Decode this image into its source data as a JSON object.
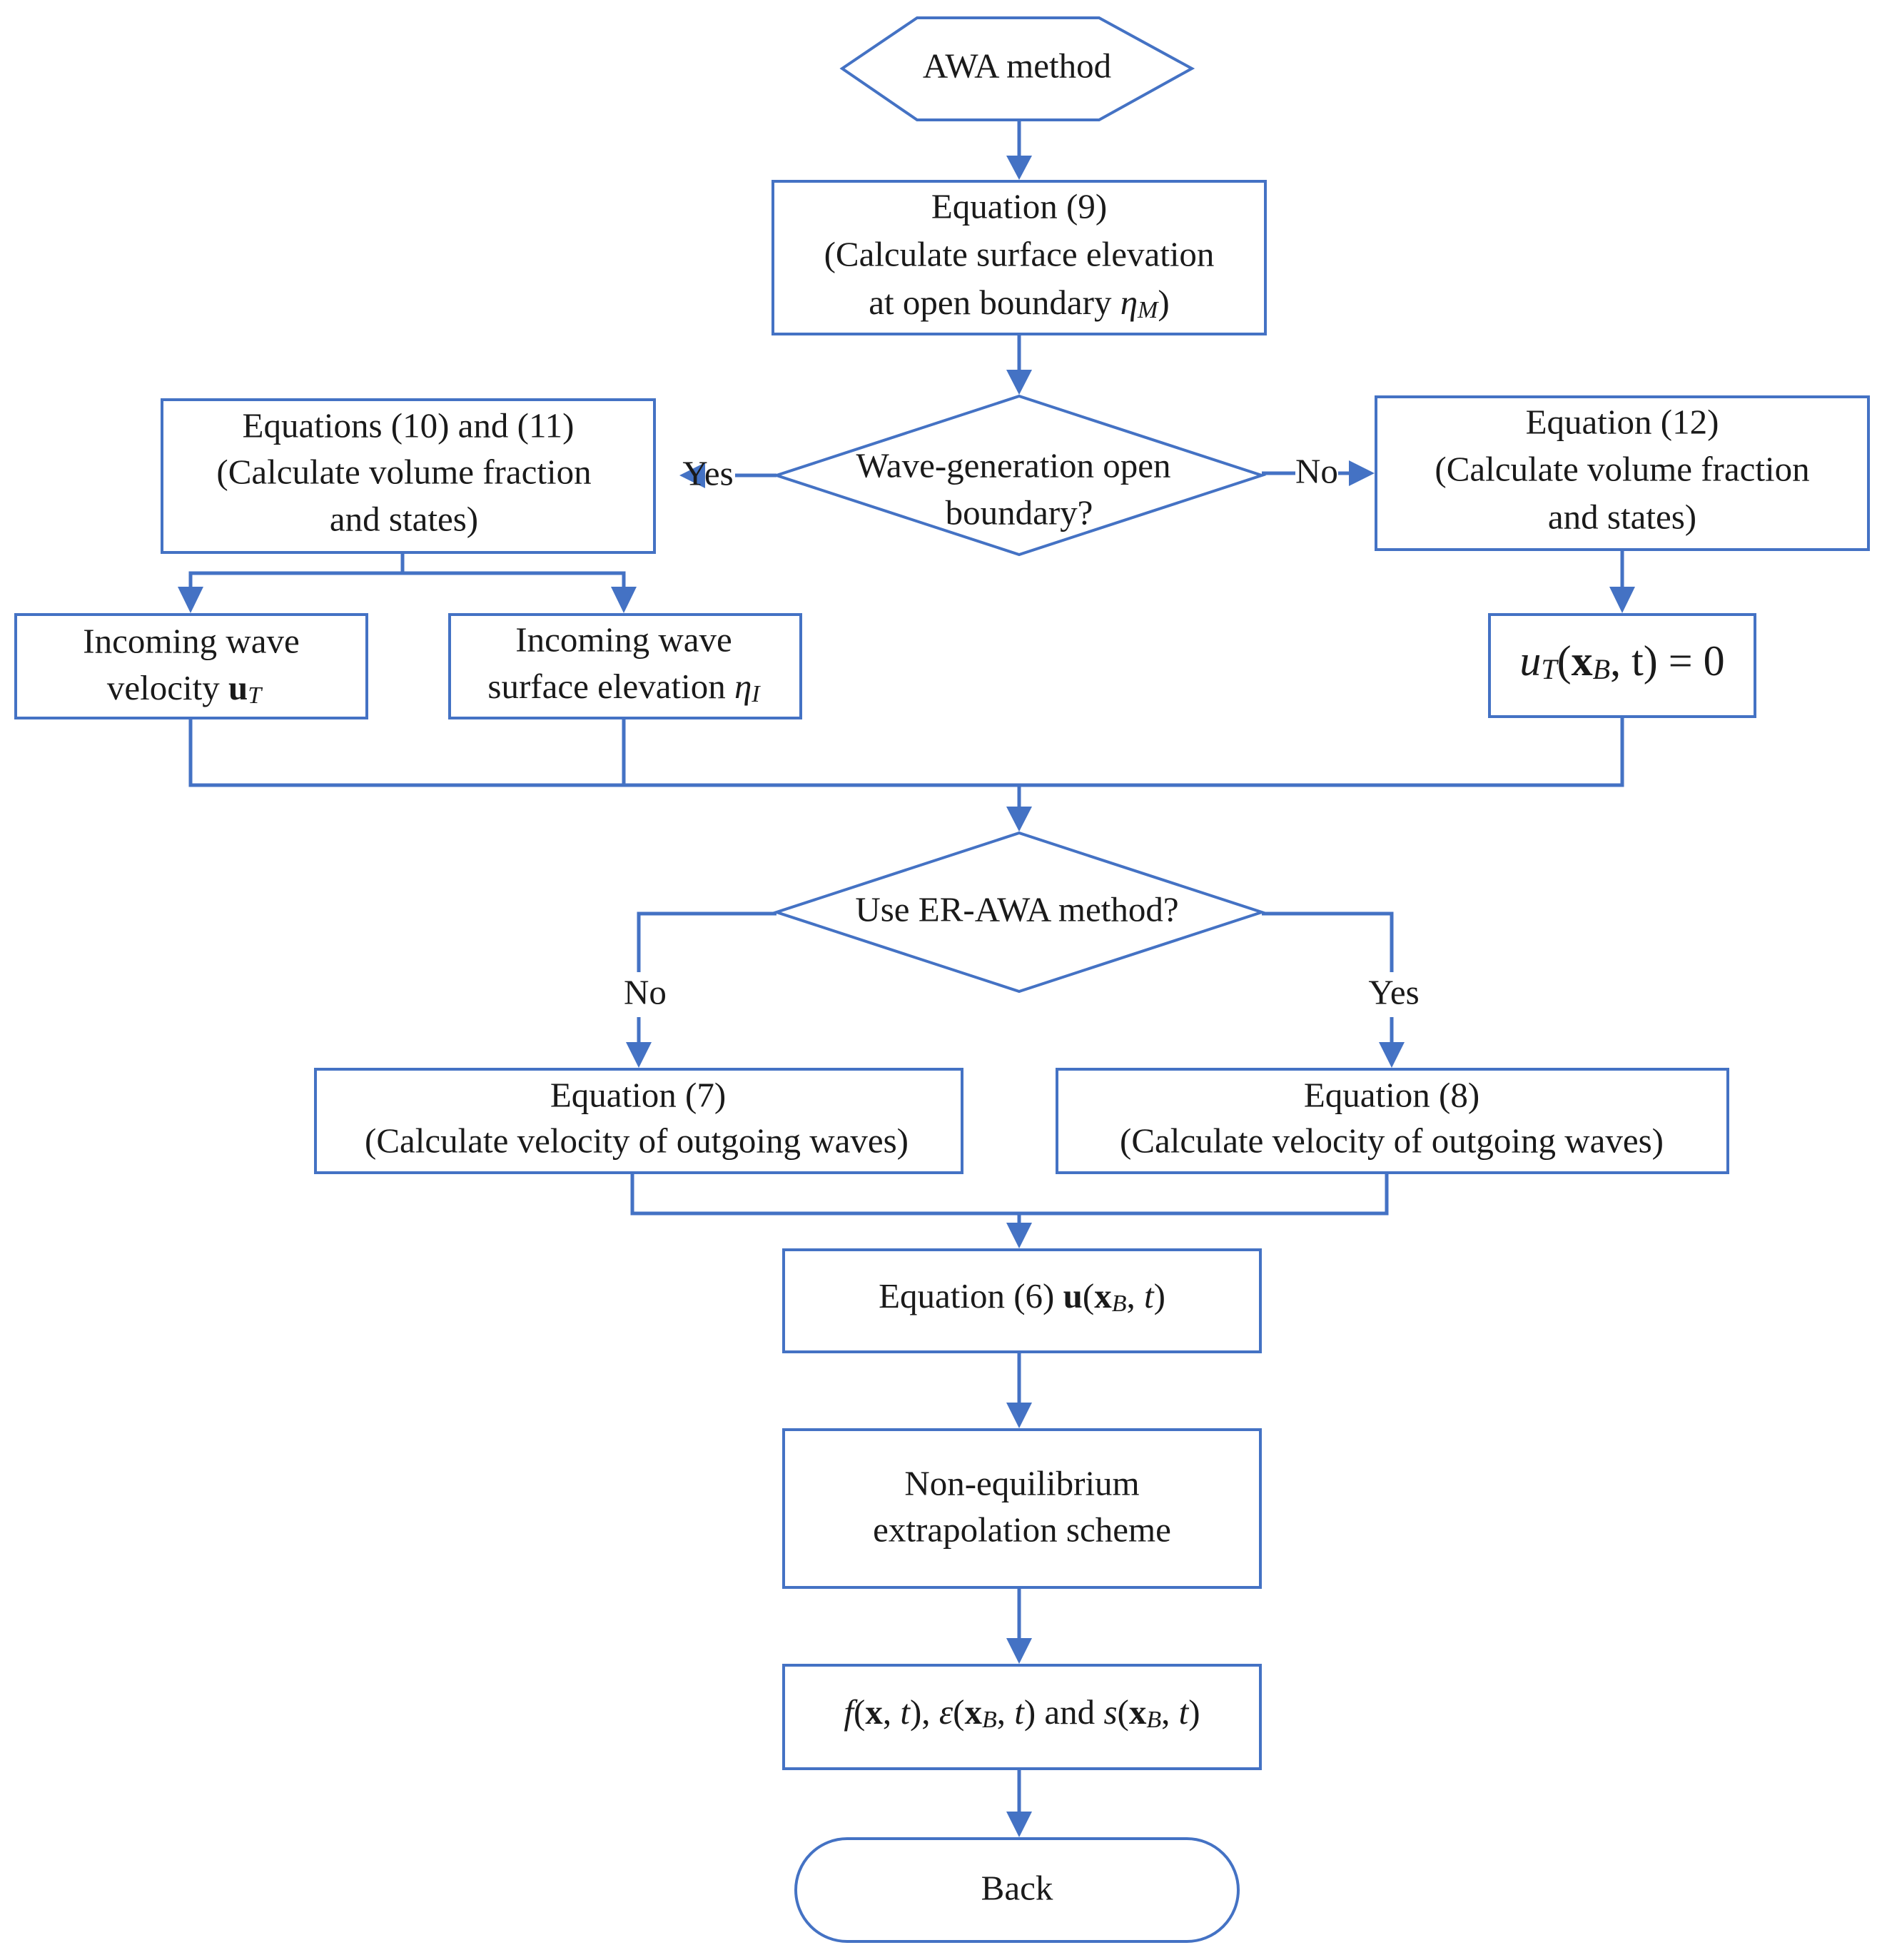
{
  "nodes": {
    "start": {
      "label": "AWA method"
    },
    "eq9": {
      "line1": "Equation (9)",
      "line2": "(Calculate surface elevation",
      "line3_pre": "at open boundary ",
      "line3_sym": "η",
      "line3_sub": "M",
      "line3_post": ")"
    },
    "decision1": {
      "line1": "Wave-generation open",
      "line2": "boundary?"
    },
    "eq10_11": {
      "line1": "Equations (10) and (11)",
      "line2": "(Calculate volume fraction",
      "line3": "and states)"
    },
    "eq12": {
      "line1": "Equation (12)",
      "line2": "(Calculate volume fraction",
      "line3": "and states)"
    },
    "incoming_velocity": {
      "line1": "Incoming wave",
      "line2_pre": "velocity ",
      "sym": "u",
      "sub": "T"
    },
    "incoming_elevation": {
      "line1": "Incoming wave",
      "line2_pre": "surface elevation ",
      "sym": "η",
      "sub": "I"
    },
    "ut_zero": {
      "sym": "u",
      "sub": "T",
      "open": "(",
      "x": "x",
      "xsub": "B",
      "rest": ", t) = 0"
    },
    "decision2": {
      "label": "Use ER-AWA method?"
    },
    "eq7": {
      "line1": "Equation (7)",
      "line2": "(Calculate velocity of outgoing waves)"
    },
    "eq8": {
      "line1": "Equation (8)",
      "line2": "(Calculate velocity of outgoing waves)"
    },
    "eq6": {
      "pre": "Equation (6) ",
      "u": "u",
      "open": "(",
      "x": "x",
      "xsub": "B",
      "comma": ", ",
      "t": "t",
      "close": ")"
    },
    "nonequilibrium": {
      "line1": "Non-equilibrium",
      "line2": "extrapolation scheme"
    },
    "outputs": {
      "f": "f",
      "open1": "(",
      "x1": "x",
      "c1": ", ",
      "t1": "t",
      "close1": "), ",
      "eps": "ε",
      "open2": "(",
      "x2": "x",
      "sub2": "B",
      "c2": ", ",
      "t2": "t",
      "close2": ") and ",
      "s": "s",
      "open3": "(",
      "x3": "x",
      "sub3": "B",
      "c3": ", ",
      "t3": "t",
      "close3": ")"
    },
    "end": {
      "label": "Back"
    }
  },
  "edge_labels": {
    "d1_yes": "Yes",
    "d1_no": "No",
    "d2_no": "No",
    "d2_yes": "Yes"
  },
  "colors": {
    "accent": "#4472C4",
    "text": "#1a1a1a",
    "background": "#ffffff"
  }
}
